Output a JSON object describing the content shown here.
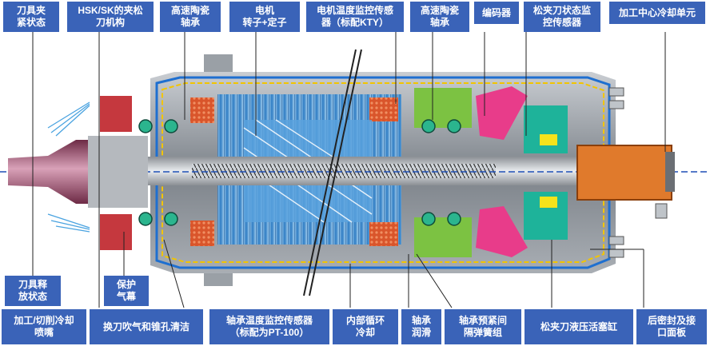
{
  "labels": {
    "tool_clamp_state": "刀具夹\n紧状态",
    "hsk_clamp_mech": "HSK/SK的夹松\n刀机构",
    "ceramic_bearing_front": "高速陶瓷\n轴承",
    "motor": "电机\n转子+定子",
    "motor_temp_sensor": "电机温度监控传感\n器（标配KTY）",
    "ceramic_bearing_rear": "高速陶瓷\n轴承",
    "encoder": "编码器",
    "unclamp_sensor": "松夹刀状态监\n控传感器",
    "coolant_unit": "加工中心冷却单元",
    "tool_release_state": "刀具释\n放状态",
    "protect_air": "保护\n气幕",
    "cutting_nozzle": "加工/切削冷却\n喷嘴",
    "tool_change_air": "换刀吹气和锥孔清洁",
    "bearing_temp_sensor": "轴承温度监控传感器\n（标配为PT-100）",
    "internal_cooling": "内部循环\n冷却",
    "bearing_lube": "轴承\n润滑",
    "preload_spring": "轴承预紧间\n隔弹簧组",
    "hydraulic_piston": "松夹刀液压活塞缸",
    "rear_seal_panel": "后密封及接\n口面板"
  }
}
